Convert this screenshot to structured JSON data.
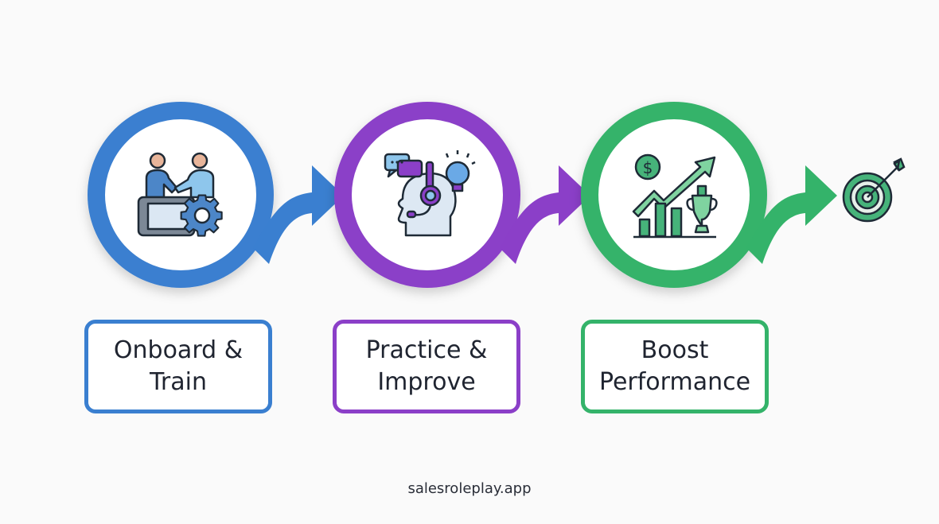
{
  "steps": [
    {
      "label_line1": "Onboard &",
      "label_line2": "Train",
      "color": "#3a7fd0",
      "icon": "handshake-gear-icon"
    },
    {
      "label_line1": "Practice &",
      "label_line2": "Improve",
      "color": "#8b3fc8",
      "icon": "headset-brain-icon"
    },
    {
      "label_line1": "Boost",
      "label_line2": "Performance",
      "color": "#34b36a",
      "icon": "growth-trophy-icon"
    }
  ],
  "goal": {
    "icon": "target-icon",
    "color": "#34b36a"
  },
  "footer": {
    "text": "salesroleplay.app"
  }
}
